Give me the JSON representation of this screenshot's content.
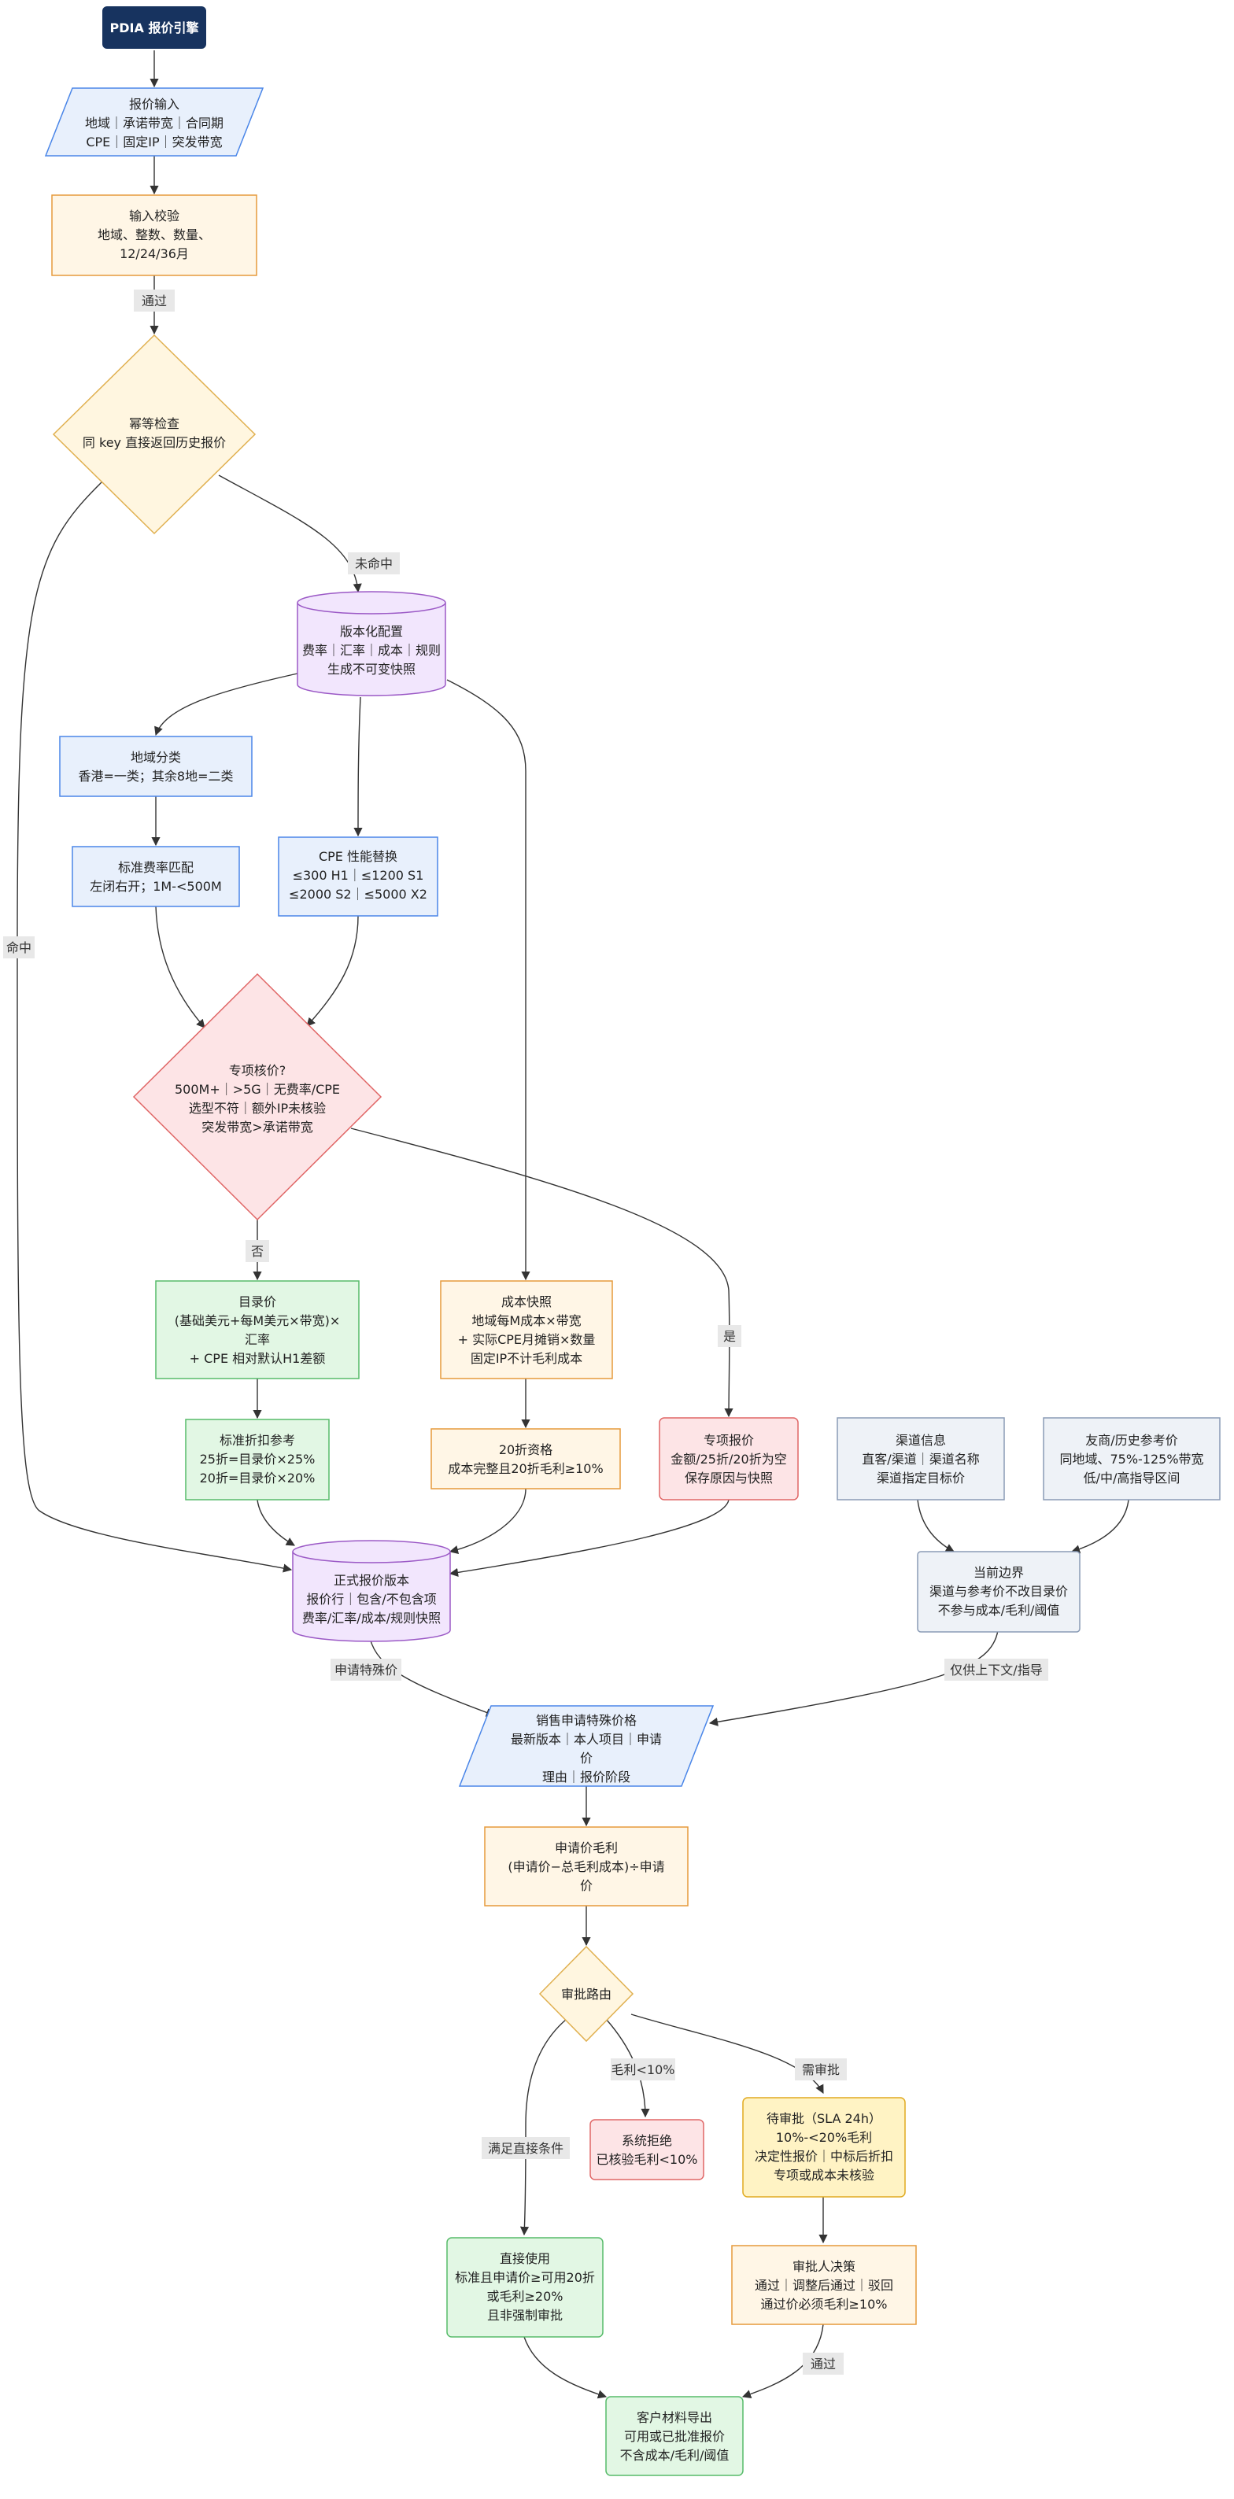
{
  "colors": {
    "title_fill": "#17335f",
    "blue_fill": "#e8f0fc",
    "blue_stroke": "#4a86e8",
    "orange_fill": "#fff6e6",
    "orange_stroke": "#e69a3c",
    "diamond_fill": "#fff6e0",
    "diamond_stroke": "#e0b050",
    "purple_fill": "#f2e6fd",
    "purple_stroke": "#9b59c6",
    "red_fill": "#fde4e6",
    "red_stroke": "#e06666",
    "green_fill": "#e2f7e4",
    "green_stroke": "#57bb6a",
    "gray_fill": "#eef2f7",
    "gray_stroke": "#8a9bb5",
    "yellow_fill": "#fff3c4",
    "yellow_stroke": "#e0aa20",
    "edge": "#333333"
  },
  "nodes": {
    "title": {
      "lines": [
        "PDIA 报价引擎"
      ]
    },
    "input": {
      "lines": [
        "报价输入",
        "地域｜承诺带宽｜合同期",
        "CPE｜固定IP｜突发带宽"
      ]
    },
    "validate": {
      "lines": [
        "输入校验",
        "地域、整数、数量、",
        "12/24/36月"
      ]
    },
    "idempotent": {
      "lines": [
        "幂等检查",
        "同 key 直接返回历史报价"
      ]
    },
    "versioned_config": {
      "lines": [
        "版本化配置",
        "费率｜汇率｜成本｜规则",
        "生成不可变快照"
      ]
    },
    "region": {
      "lines": [
        "地域分类",
        "香港=一类；其余8地=二类"
      ]
    },
    "rate_match": {
      "lines": [
        "标准费率匹配",
        "左闭右开；1M-<500M"
      ]
    },
    "cpe": {
      "lines": [
        "CPE 性能替换",
        "≤300 H1｜≤1200 S1",
        "≤2000 S2｜≤5000 X2"
      ]
    },
    "special_check": {
      "lines": [
        "专项核价?",
        "500M+｜>5G｜无费率/CPE",
        "选型不符｜额外IP未核验",
        "突发带宽>承诺带宽"
      ]
    },
    "list_price": {
      "lines": [
        "目录价",
        "(基础美元+每M美元×带宽)×",
        "汇率",
        "+ CPE 相对默认H1差额"
      ]
    },
    "cost_snapshot": {
      "lines": [
        "成本快照",
        "地域每M成本×带宽",
        "+ 实际CPE月摊销×数量",
        "固定IP不计毛利成本"
      ]
    },
    "discount_ref": {
      "lines": [
        "标准折扣参考",
        "25折=目录价×25%",
        "20折=目录价×20%"
      ]
    },
    "qual_20": {
      "lines": [
        "20折资格",
        "成本完整且20折毛利≥10%"
      ]
    },
    "special_quote": {
      "lines": [
        "专项报价",
        "金额/25折/20折为空",
        "保存原因与快照"
      ]
    },
    "channel_info": {
      "lines": [
        "渠道信息",
        "直客/渠道｜渠道名称",
        "渠道指定目标价"
      ]
    },
    "competitor": {
      "lines": [
        "友商/历史参考价",
        "同地域、75%-125%带宽",
        "低/中/高指导区间"
      ]
    },
    "formal_quote": {
      "lines": [
        "正式报价版本",
        "报价行｜包含/不包含项",
        "费率/汇率/成本/规则快照"
      ]
    },
    "boundary": {
      "lines": [
        "当前边界",
        "渠道与参考价不改目录价",
        "不参与成本/毛利/阈值"
      ]
    },
    "special_request": {
      "lines": [
        "销售申请特殊价格",
        "最新版本｜本人项目｜申请",
        "价",
        "理由｜报价阶段"
      ]
    },
    "request_margin": {
      "lines": [
        "申请价毛利",
        "(申请价−总毛利成本)÷申请",
        "价"
      ]
    },
    "approval_route": {
      "lines": [
        "审批路由"
      ]
    },
    "direct_use": {
      "lines": [
        "直接使用",
        "标准且申请价≥可用20折",
        "或毛利≥20%",
        "且非强制审批"
      ]
    },
    "auto_reject": {
      "lines": [
        "系统拒绝",
        "已核验毛利<10%"
      ]
    },
    "pending": {
      "lines": [
        "待审批（SLA 24h）",
        "10%-<20%毛利",
        "决定性报价｜中标后折扣",
        "专项或成本未核验"
      ]
    },
    "approver": {
      "lines": [
        "审批人决策",
        "通过｜调整后通过｜驳回",
        "通过价必须毛利≥10%"
      ]
    },
    "export": {
      "lines": [
        "客户材料导出",
        "可用或已批准报价",
        "不含成本/毛利/阈值"
      ]
    }
  },
  "edge_labels": {
    "pass": "通过",
    "miss": "未命中",
    "hit": "命中",
    "no": "否",
    "yes": "是",
    "apply_special": "申请特殊价",
    "context_only": "仅供上下文/指导",
    "margin_lt10": "毛利<10%",
    "need_approval": "需审批",
    "meets_direct": "满足直接条件",
    "approved": "通过"
  }
}
